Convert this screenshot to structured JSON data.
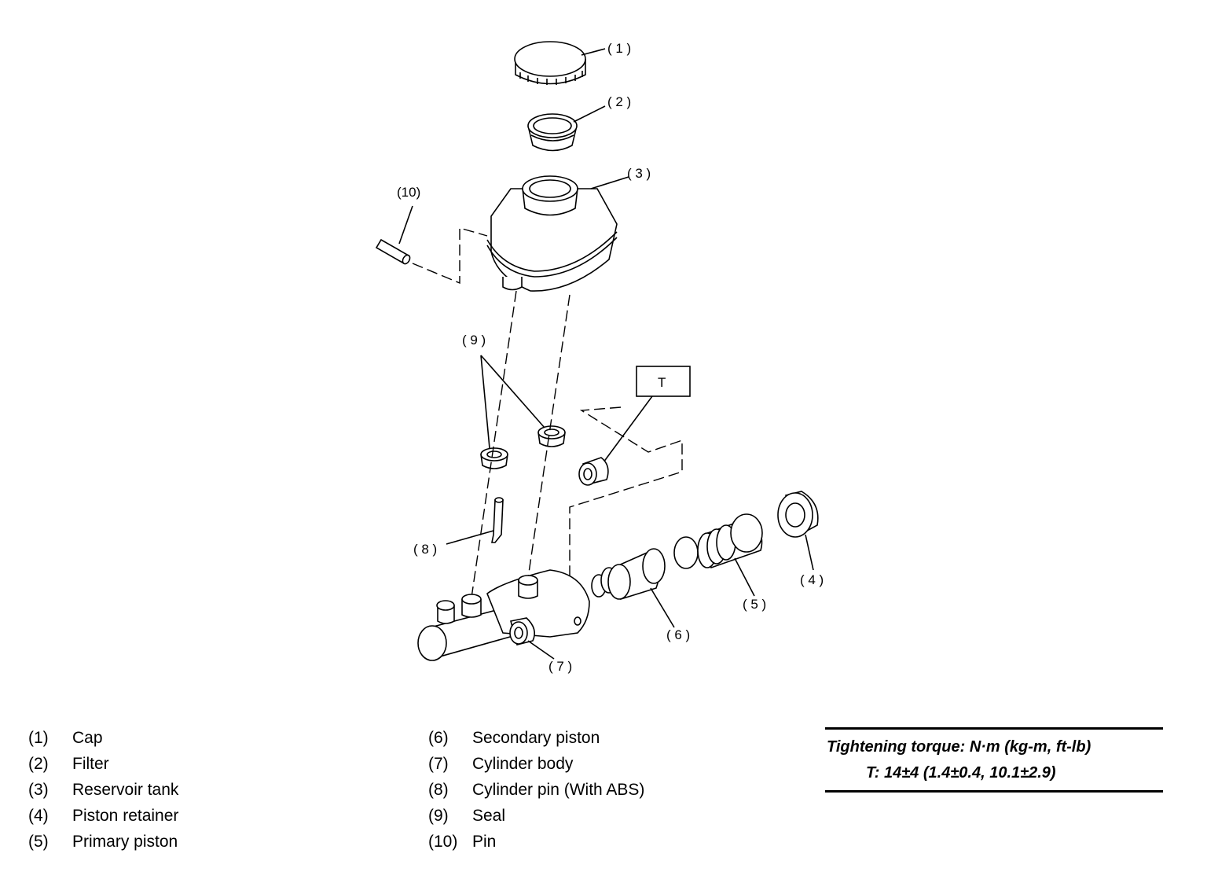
{
  "callouts": {
    "c1": "( 1 )",
    "c2": "( 2 )",
    "c3": "( 3 )",
    "c4": "( 4 )",
    "c5": "( 5 )",
    "c6": "( 6 )",
    "c7": "( 7 )",
    "c8": "( 8 )",
    "c9": "( 9 )",
    "c10": "(10)",
    "torque_box": "T"
  },
  "legend_left": [
    {
      "num": "(1)",
      "label": "Cap"
    },
    {
      "num": "(2)",
      "label": "Filter"
    },
    {
      "num": "(3)",
      "label": "Reservoir tank"
    },
    {
      "num": "(4)",
      "label": "Piston retainer"
    },
    {
      "num": "(5)",
      "label": "Primary piston"
    }
  ],
  "legend_right": [
    {
      "num": "(6)",
      "label": "Secondary piston"
    },
    {
      "num": "(7)",
      "label": "Cylinder body"
    },
    {
      "num": "(8)",
      "label": "Cylinder pin (With ABS)"
    },
    {
      "num": "(9)",
      "label": "Seal"
    },
    {
      "num": "(10)",
      "label": "Pin"
    }
  ],
  "torque": {
    "heading": "Tightening torque: N·m (kg-m, ft-lb)",
    "value": "T: 14±4 (1.4±0.4, 10.1±2.9)"
  }
}
